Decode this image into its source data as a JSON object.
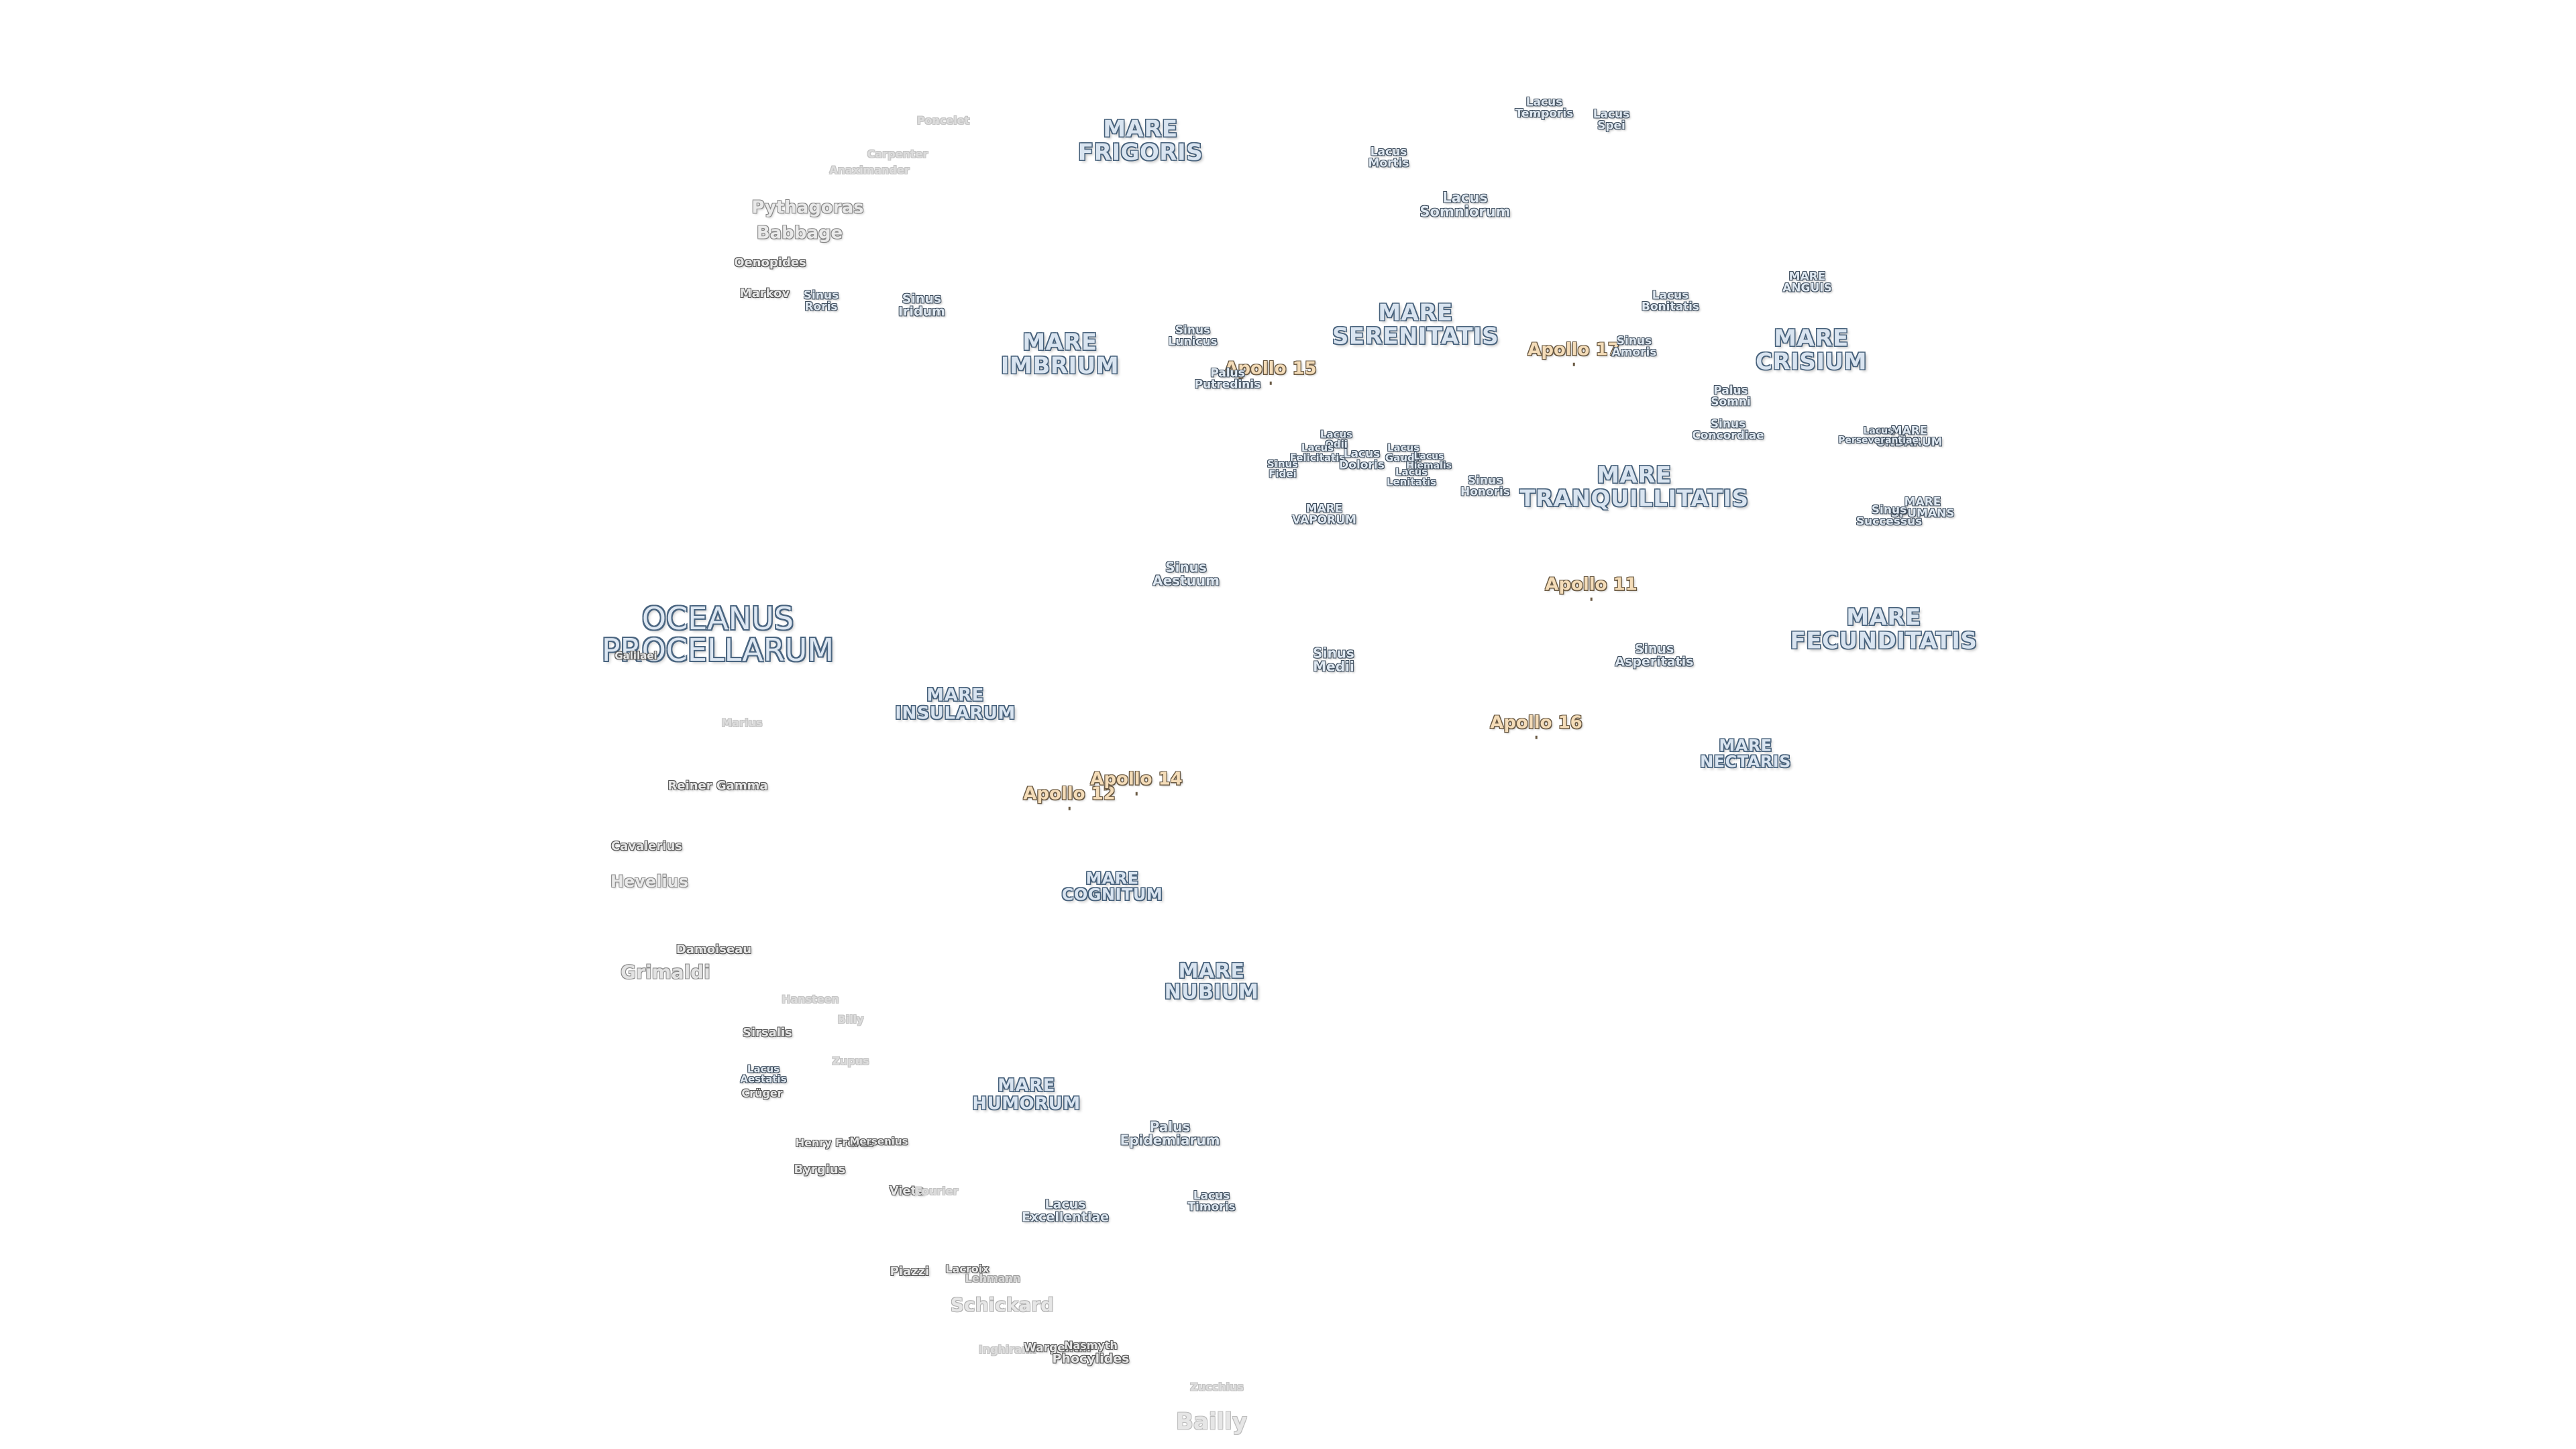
{
  "labels": [
    {
      "text": "MARE\nFRIGORIS",
      "kind": "mare"
    },
    {
      "text": "MARE\nIMBRIUM",
      "kind": "mare"
    },
    {
      "text": "MARE\nSERENITATIS",
      "kind": "mare"
    },
    {
      "text": "MARE\nTRANQUILLITATIS",
      "kind": "mare"
    },
    {
      "text": "MARE\nCRISIUM",
      "kind": "mare"
    },
    {
      "text": "MARE\nFECUNDITATIS",
      "kind": "mare"
    },
    {
      "text": "MARE\nNECTARIS",
      "kind": "mare"
    },
    {
      "text": "MARE\nINSULARUM",
      "kind": "mare"
    },
    {
      "text": "MARE\nCOGNITUM",
      "kind": "mare"
    },
    {
      "text": "MARE\nNUBIUM",
      "kind": "mare"
    },
    {
      "text": "MARE\nHUMORUM",
      "kind": "mare"
    },
    {
      "text": "MARE\nVAPORUM",
      "kind": "minor"
    },
    {
      "text": "MARE\nANGUIS",
      "kind": "minor"
    },
    {
      "text": "MARE\nUNDARUM",
      "kind": "minor"
    },
    {
      "text": "MARE\nSPUMANS",
      "kind": "minor"
    },
    {
      "text": "OCEANUS\nPROCELLARUM",
      "kind": "ocean"
    },
    {
      "text": "Apollo 11",
      "kind": "apollo"
    },
    {
      "text": "Apollo 12",
      "kind": "apollo"
    },
    {
      "text": "Apollo 14",
      "kind": "apollo"
    },
    {
      "text": "Apollo 15",
      "kind": "apollo"
    },
    {
      "text": "Apollo 16",
      "kind": "apollo"
    },
    {
      "text": "Apollo 17",
      "kind": "apollo"
    },
    {
      "text": "Lacus\nTemporis",
      "kind": "minor"
    },
    {
      "text": "Lacus\nSpei",
      "kind": "minor"
    },
    {
      "text": "Lacus\nMortis",
      "kind": "minor"
    },
    {
      "text": "Lacus\nSomniorum",
      "kind": "minor"
    },
    {
      "text": "Lacus\nBonitatis",
      "kind": "minor"
    },
    {
      "text": "Sinus\nAmoris",
      "kind": "minor"
    },
    {
      "text": "Palus\nSomni",
      "kind": "minor"
    },
    {
      "text": "Sinus\nConcordiae",
      "kind": "minor"
    },
    {
      "text": "Lacus\nPerseverantiae",
      "kind": "minor"
    },
    {
      "text": "Sinus\nSuccessus",
      "kind": "minor"
    },
    {
      "text": "Sinus\nLunicus",
      "kind": "minor"
    },
    {
      "text": "Palus\nPutredinis",
      "kind": "minor"
    },
    {
      "text": "Lacus\nOdii",
      "kind": "minor"
    },
    {
      "text": "Lacus\nFelicitatis",
      "kind": "minor"
    },
    {
      "text": "Lacus\nDoloris",
      "kind": "minor"
    },
    {
      "text": "Lacus\nGaudii",
      "kind": "minor"
    },
    {
      "text": "Lacus\nHiemalis",
      "kind": "minor"
    },
    {
      "text": "Lacus\nLenitatis",
      "kind": "minor"
    },
    {
      "text": "Sinus\nFidei",
      "kind": "minor"
    },
    {
      "text": "Sinus\nHonoris",
      "kind": "minor"
    },
    {
      "text": "Sinus\nAestuum",
      "kind": "minor"
    },
    {
      "text": "Sinus\nMedii",
      "kind": "minor"
    },
    {
      "text": "Sinus\nAsperitatis",
      "kind": "minor"
    },
    {
      "text": "Sinus\nRoris",
      "kind": "minor"
    },
    {
      "text": "Sinus\nIridum",
      "kind": "minor"
    },
    {
      "text": "Palus\nEpidemiarum",
      "kind": "minor"
    },
    {
      "text": "Lacus\nExcellentiae",
      "kind": "minor"
    },
    {
      "text": "Lacus\nTimoris",
      "kind": "minor"
    },
    {
      "text": "Lacus\nAestatis",
      "kind": "minor"
    },
    {
      "text": "Pythagoras",
      "kind": "crater-lg"
    },
    {
      "text": "Babbage",
      "kind": "crater-lg"
    },
    {
      "text": "Oenopides",
      "kind": "crater"
    },
    {
      "text": "Markov",
      "kind": "crater"
    },
    {
      "text": "Poncelet",
      "kind": "faint"
    },
    {
      "text": "Carpenter",
      "kind": "faint"
    },
    {
      "text": "Anaximander",
      "kind": "faint"
    },
    {
      "text": "Reiner Gamma",
      "kind": "crater"
    },
    {
      "text": "Cavalerius",
      "kind": "crater"
    },
    {
      "text": "Hevelius",
      "kind": "crater-lg"
    },
    {
      "text": "Damoiseau",
      "kind": "crater"
    },
    {
      "text": "Grimaldi",
      "kind": "faint-md"
    },
    {
      "text": "Hansteen",
      "kind": "faint"
    },
    {
      "text": "Billy",
      "kind": "faint"
    },
    {
      "text": "Sirsalis",
      "kind": "crater"
    },
    {
      "text": "Zupus",
      "kind": "faint"
    },
    {
      "text": "Crüger",
      "kind": "crater"
    },
    {
      "text": "Henry Frères",
      "kind": "crater"
    },
    {
      "text": "Mersenius",
      "kind": "crater"
    },
    {
      "text": "Byrgius",
      "kind": "crater"
    },
    {
      "text": "Vieta",
      "kind": "crater"
    },
    {
      "text": "Fourier",
      "kind": "faint"
    },
    {
      "text": "Piazzi",
      "kind": "crater"
    },
    {
      "text": "Lacroix",
      "kind": "crater"
    },
    {
      "text": "Lehmann",
      "kind": "faint"
    },
    {
      "text": "Schickard",
      "kind": "faint-md"
    },
    {
      "text": "Inghirami",
      "kind": "faint"
    },
    {
      "text": "Wargentin",
      "kind": "crater"
    },
    {
      "text": "Nasmyth",
      "kind": "crater"
    },
    {
      "text": "Phocylides",
      "kind": "crater"
    },
    {
      "text": "Zucchius",
      "kind": "faint"
    },
    {
      "text": "Bailly",
      "kind": "faint-lg"
    },
    {
      "text": "Marius",
      "kind": "faint"
    },
    {
      "text": "Galilaei",
      "kind": "crater"
    }
  ]
}
